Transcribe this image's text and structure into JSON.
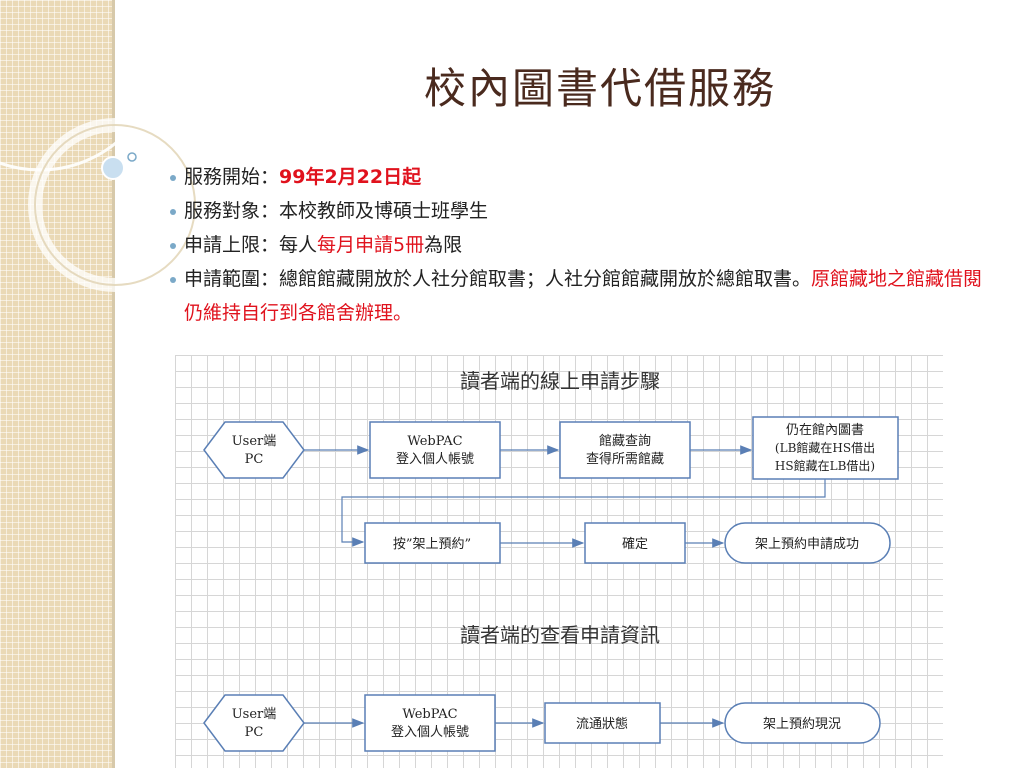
{
  "slide": {
    "title": "校內圖書代借服務",
    "bullets": [
      {
        "label": "服務開始：",
        "highlight": "99年2月22日起"
      },
      {
        "label": "服務對象：本校教師及博碩士班學生"
      },
      {
        "label": "申請上限：每人",
        "highlight": "每月申請5冊",
        "suffix": "為限"
      },
      {
        "label": "申請範圍：總館館藏開放於人社分館取書；人社分館館藏開放於總館取書。",
        "highlight": "原館藏地之館藏借閱仍維持自行到各館舍辦理。"
      }
    ]
  },
  "diagram": {
    "flow1_title": "讀者端的線上申請步驟",
    "flow2_title": "讀者端的查看申請資訊",
    "flow1": {
      "user": [
        "User端",
        "PC"
      ],
      "webpac": [
        "WebPAC",
        "登入個人帳號"
      ],
      "search": [
        "館藏查詢",
        "查得所需館藏"
      ],
      "inlib": [
        "仍在館內圖書",
        "(LB館藏在HS借出",
        "HS館藏在LB借出)"
      ],
      "reserve": "按”架上預約”",
      "confirm": "確定",
      "success": "架上預約申請成功"
    },
    "flow2": {
      "user": [
        "User端",
        "PC"
      ],
      "webpac": [
        "WebPAC",
        "登入個人帳號"
      ],
      "status": "流通狀態",
      "current": "架上預約現況"
    }
  }
}
